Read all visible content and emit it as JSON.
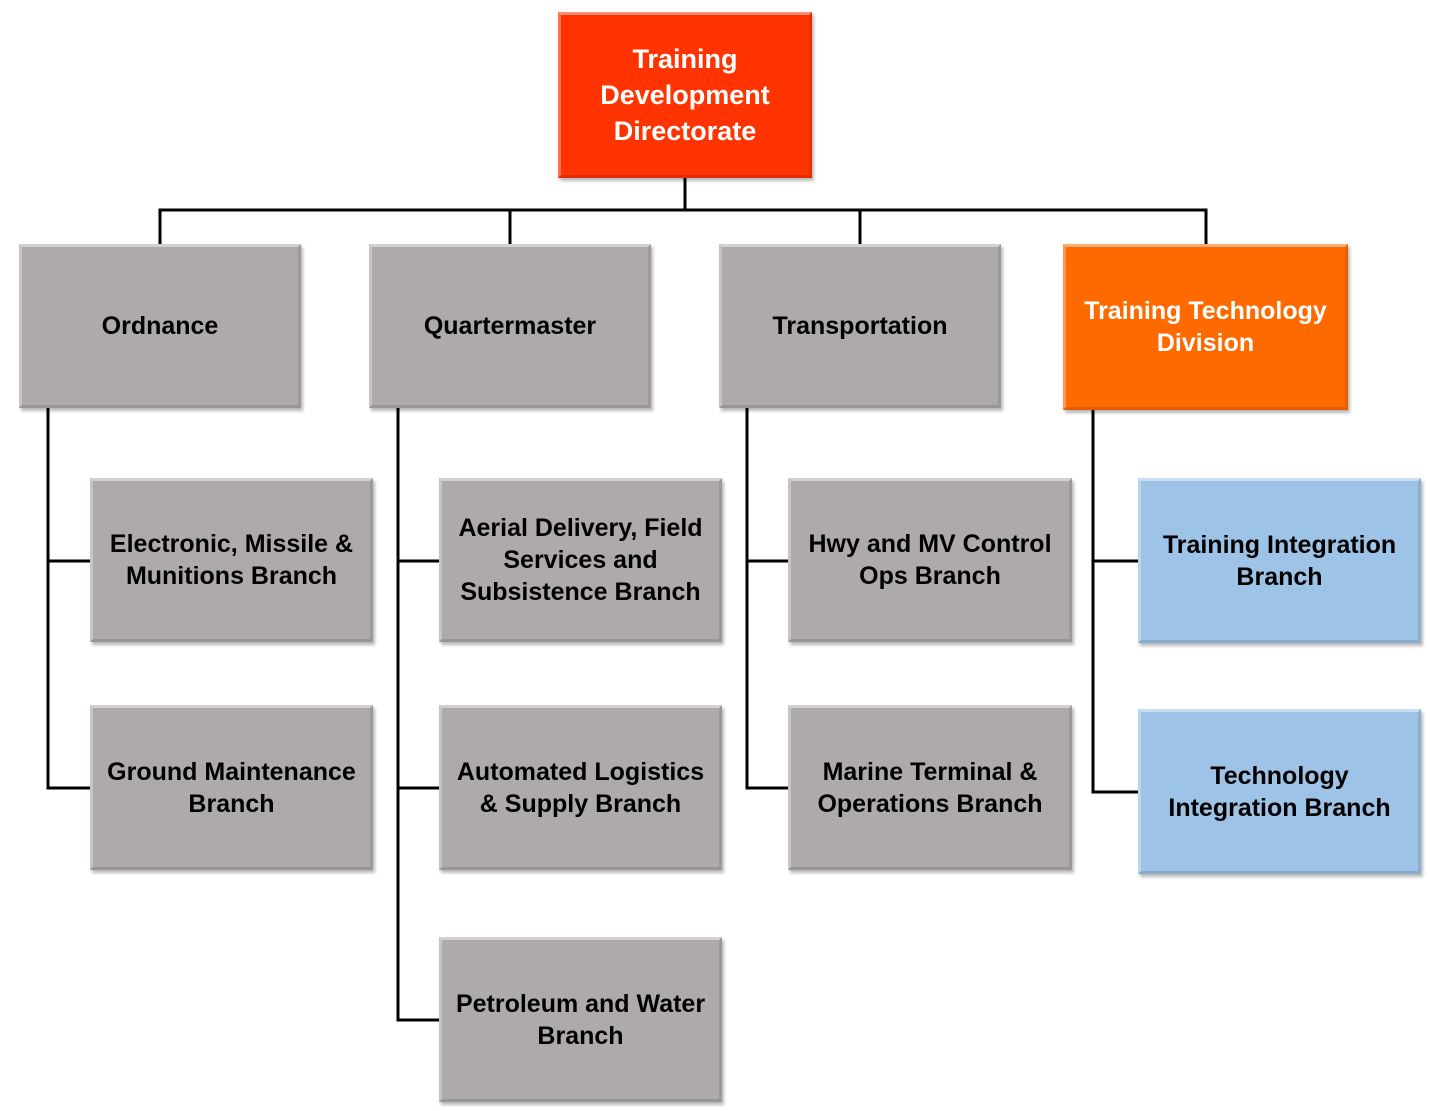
{
  "root": {
    "label": "Training Development Directorate",
    "color": "#ff3300"
  },
  "divisions": [
    {
      "label": "Ordnance",
      "color": "#aeaaaa",
      "branches": [
        {
          "label": "Electronic, Missile & Munitions Branch"
        },
        {
          "label": "Ground Maintenance Branch"
        }
      ]
    },
    {
      "label": "Quartermaster",
      "color": "#aeaaaa",
      "branches": [
        {
          "label": "Aerial Delivery, Field Services and Subsistence Branch"
        },
        {
          "label": "Automated Logistics & Supply Branch"
        },
        {
          "label": "Petroleum and Water Branch"
        }
      ]
    },
    {
      "label": "Transportation",
      "color": "#aeaaaa",
      "branches": [
        {
          "label": "Hwy and MV Control Ops Branch"
        },
        {
          "label": "Marine Terminal & Operations Branch"
        }
      ]
    },
    {
      "label": "Training Technology Division",
      "color": "#ff6a00",
      "branches": [
        {
          "label": "Training Integration Branch",
          "color": "#9dc3e6"
        },
        {
          "label": "Technology Integration Branch",
          "color": "#9dc3e6"
        }
      ]
    }
  ],
  "connector_color": "#000000"
}
